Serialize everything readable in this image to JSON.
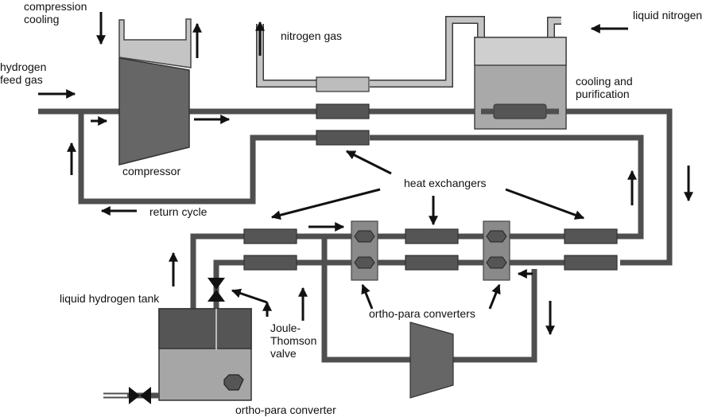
{
  "labels": {
    "compression_cooling": "compression\ncooling",
    "hydrogen_feed_gas": "hydrogen\nfeed gas",
    "nitrogen_gas": "nitrogen gas",
    "liquid_nitrogen": "liquid nitrogen",
    "cooling_purification": "cooling and\npurification",
    "compressor": "compressor",
    "heat_exchangers": "heat exchangers",
    "return_cycle": "return cycle",
    "liquid_hydrogen_tank": "liquid hydrogen tank",
    "joule_thomson_valve": "Joule-\nThomson\nvalve",
    "ortho_para_converters": "ortho-para converters",
    "ortho_para_converter": "ortho-para converter"
  },
  "colors": {
    "pipe_dark": "#4f4f4f",
    "pipe_light": "#bdbdbd",
    "compressor": "#666666",
    "tank_dark": "#555555",
    "tank_light": "#a6a6a6",
    "converter_box": "#8a8a8a",
    "arrow": "#111111"
  }
}
